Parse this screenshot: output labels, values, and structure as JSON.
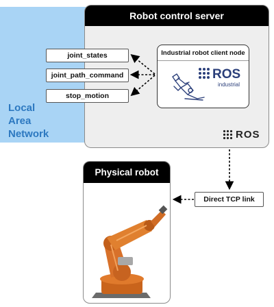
{
  "lan": {
    "lines": [
      "Local",
      "Area",
      "Network"
    ],
    "color": "#2c78c0",
    "background": "#a9d4f5"
  },
  "server": {
    "title": "Robot control server"
  },
  "topics": [
    "joint_states",
    "joint_path_command",
    "stop_motion"
  ],
  "client_node": {
    "title": "Industrial robot client node",
    "logo_text": "ROS",
    "logo_subtext": "industrial"
  },
  "server_logo": {
    "text": "ROS"
  },
  "physical_robot": {
    "title": "Physical robot",
    "color": "#d2691e"
  },
  "link": {
    "label": "Direct TCP link"
  }
}
